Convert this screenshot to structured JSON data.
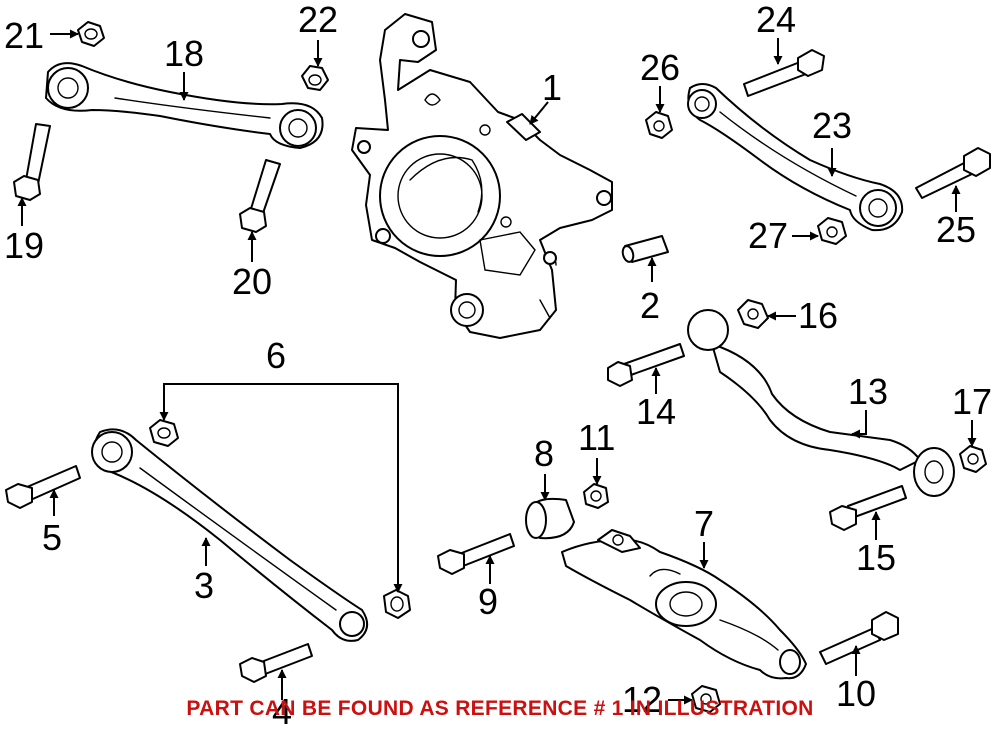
{
  "callouts": {
    "c1": "1",
    "c2": "2",
    "c3": "3",
    "c4": "4",
    "c5": "5",
    "c6": "6",
    "c7": "7",
    "c8": "8",
    "c9": "9",
    "c10": "10",
    "c11": "11",
    "c12": "12",
    "c13": "13",
    "c14": "14",
    "c15": "15",
    "c16": "16",
    "c17": "17",
    "c18": "18",
    "c19": "19",
    "c20": "20",
    "c21": "21",
    "c22": "22",
    "c23": "23",
    "c24": "24",
    "c25": "25",
    "c26": "26",
    "c27": "27"
  },
  "note": "PART CAN BE FOUND AS REFERENCE # 1 IN ILLUSTRATION",
  "colors": {
    "note": "#cc0f0f",
    "line": "#000000"
  }
}
